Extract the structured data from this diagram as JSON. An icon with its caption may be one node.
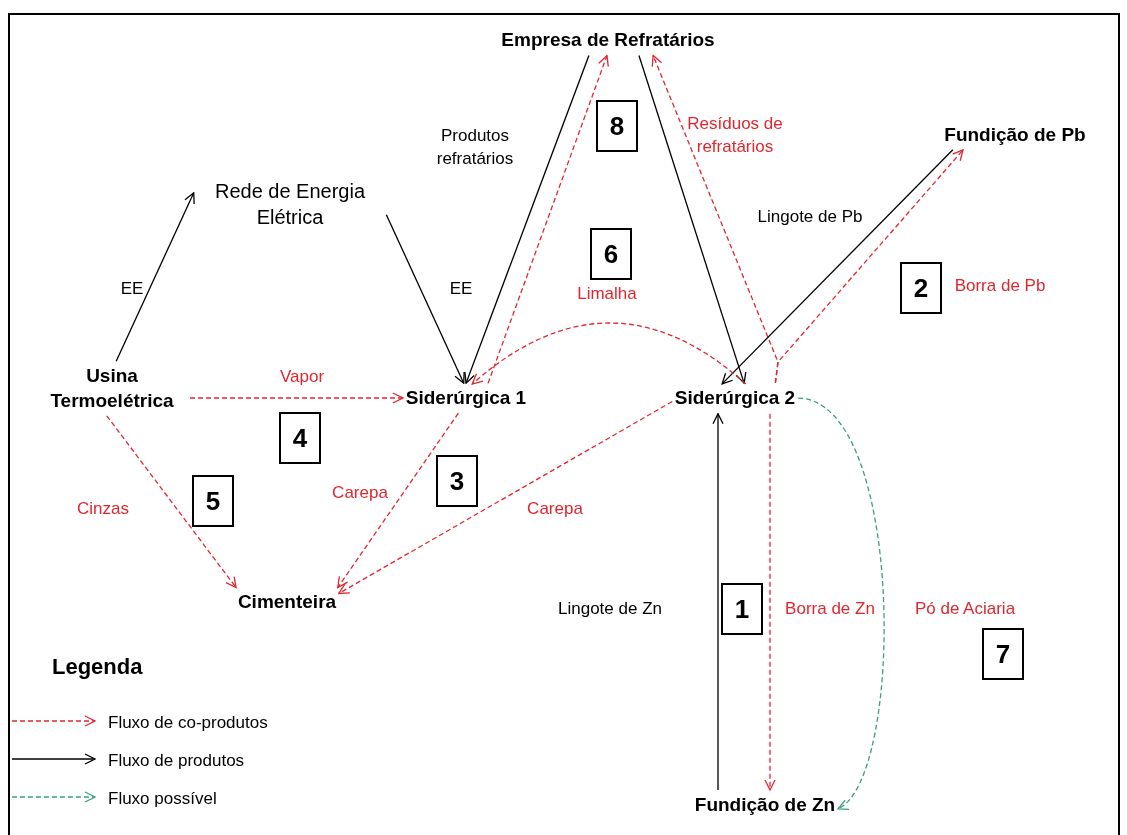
{
  "diagram": {
    "nodes": [
      {
        "text": [
          "Empresa de Refratários"
        ]
      },
      {
        "text": [
          "Rede de Energia Elétrica"
        ]
      },
      {
        "text": [
          "Fundição de Pb"
        ]
      },
      {
        "text": [
          "Usina Termoelétrica"
        ]
      },
      {
        "text": [
          "Siderúrgica 1"
        ]
      },
      {
        "text": [
          "Siderúrgica 2"
        ]
      },
      {
        "text": [
          "Cimenteira"
        ]
      },
      {
        "text": [
          "Fundição de Zn"
        ]
      },
      {
        "text": [
          "8"
        ]
      },
      {
        "text": [
          "6"
        ]
      },
      {
        "text": [
          "2"
        ]
      },
      {
        "text": [
          "4"
        ]
      },
      {
        "text": [
          "3"
        ]
      },
      {
        "text": [
          "5"
        ]
      },
      {
        "text": [
          "1"
        ]
      },
      {
        "text": [
          "7"
        ]
      }
    ],
    "edges": [
      {
        "from": 3,
        "to": 1,
        "arrow": "to",
        "label": "EE",
        "color": "#000000"
      },
      {
        "from": 1,
        "to": 4,
        "arrow": "to",
        "label": "EE",
        "color": "#000000"
      },
      {
        "from": 0,
        "to": 4,
        "arrow": "to",
        "label": "Produtos refratários",
        "color": "#000000"
      },
      {
        "from": 4,
        "to": 0,
        "arrow": "to",
        "style": "dashed"
      },
      {
        "from": 0,
        "to": 5,
        "arrow": "to",
        "color": "#000000"
      },
      {
        "from": 5,
        "to": 0,
        "arrow": "to",
        "label": "Resíduos de refratários",
        "style": "dashed"
      },
      {
        "from": 5,
        "to": 2,
        "arrow": "to",
        "label": "Borra de Pb",
        "style": "dashed"
      },
      {
        "from": 2,
        "to": 5,
        "arrow": "to",
        "label": "Lingote de Pb",
        "color": "#000000"
      },
      {
        "from": 5,
        "to": 4,
        "arrow": "to",
        "label": "Limalha",
        "style": "dashed"
      },
      {
        "from": 3,
        "to": 4,
        "arrow": "to",
        "label": "Vapor",
        "style": "dashed"
      },
      {
        "from": 3,
        "to": 6,
        "arrow": "to",
        "label": "Cinzas",
        "style": "dashed"
      },
      {
        "from": 4,
        "to": 6,
        "arrow": "to",
        "label": "Carepa",
        "style": "dashed"
      },
      {
        "from": 5,
        "to": 6,
        "arrow": "to",
        "label": "Carepa",
        "style": "dashed"
      },
      {
        "from": 7,
        "to": 5,
        "arrow": "to",
        "label": "Lingote de Zn",
        "color": "#000000"
      },
      {
        "from": 5,
        "to": 7,
        "arrow": "to",
        "label": "Borra de Zn",
        "style": "dashed"
      },
      {
        "from": 5,
        "to": 7,
        "arrow": "to",
        "label": "Pó de Aciaria",
        "style": "dashed",
        "color": "#3a9e80"
      }
    ],
    "labels": [
      "Legenda"
    ],
    "legend": [
      {
        "text": "Fluxo de co-produtos"
      },
      {
        "text": "Fluxo de produtos"
      },
      {
        "text": "Fluxo possível"
      }
    ]
  }
}
